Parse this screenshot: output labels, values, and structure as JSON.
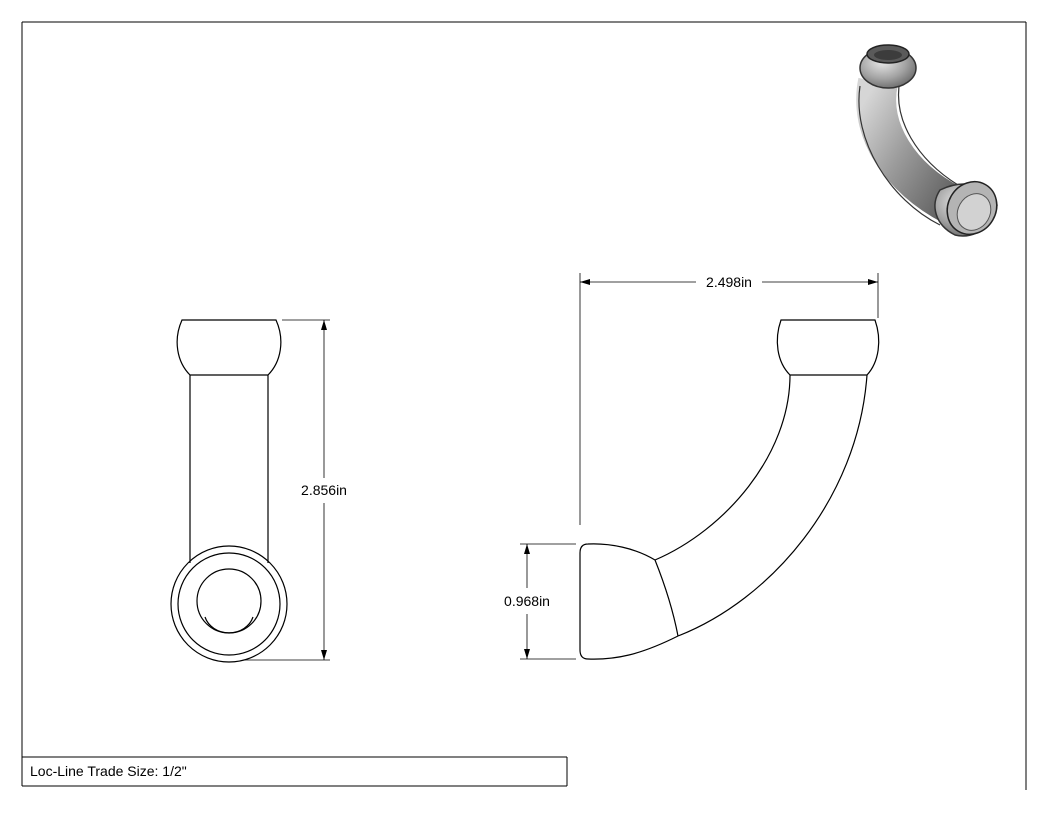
{
  "dimensions": {
    "height": "2.856in",
    "width": "2.498in",
    "end_height": "0.968in"
  },
  "title_block": {
    "trade_size": "Loc-Line Trade Size: 1/2\""
  },
  "colors": {
    "line": "#000000",
    "paper": "#ffffff",
    "render_shade": "#8a8a8a"
  }
}
